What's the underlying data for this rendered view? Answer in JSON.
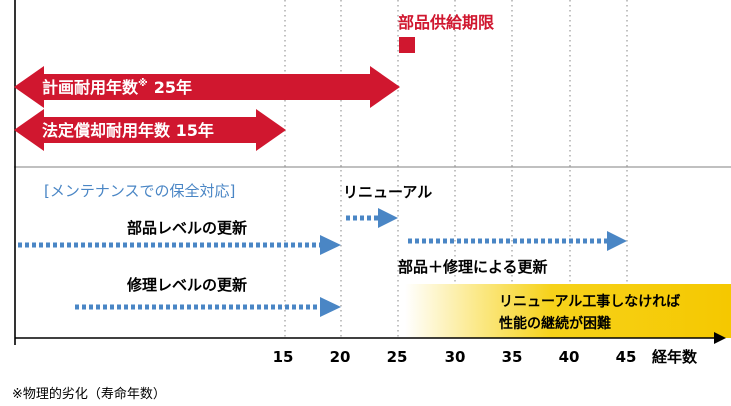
{
  "colors": {
    "red": "#d0172f",
    "blue": "#4a86c5",
    "yellow": "#f5cc00",
    "axis": "#000000",
    "grid": "#9a9a9a",
    "bracket_text": "#4a86c5"
  },
  "parts_supply_deadline": "部品供給期限",
  "planned_life": {
    "label": "計画耐用年数",
    "mark": "※",
    "years": "25年"
  },
  "legal_life": {
    "label": "法定償却耐用年数 15年"
  },
  "maintenance_heading": "[メンテナンスでの保全対応]",
  "renewal_label": "リニューアル",
  "parts_level_label": "部品レベルの更新",
  "repair_level_label": "修理レベルの更新",
  "parts_repair_label": "部品＋修理による更新",
  "difficulty_box": {
    "line1": "リニューアル工事しなければ",
    "line2": "性能の継続が困難"
  },
  "x_axis": {
    "ticks": [
      "15",
      "20",
      "25",
      "30",
      "35",
      "40",
      "45"
    ],
    "unit": "経年数"
  },
  "footnote": "※物理的劣化（寿命年数）"
}
